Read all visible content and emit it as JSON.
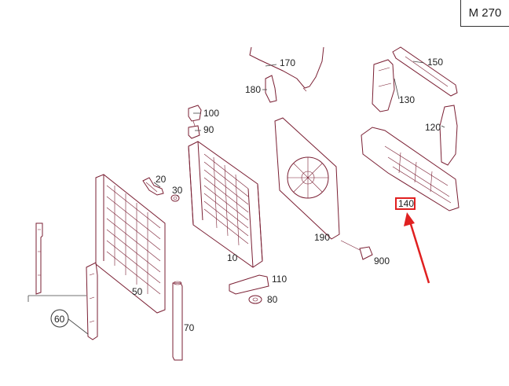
{
  "model_code": "M 270",
  "highlight_color": "#e02020",
  "part_color": "#7a1f33",
  "parts": {
    "p10": "10",
    "p20": "20",
    "p30": "30",
    "p50": "50",
    "p60": "60",
    "p70": "70",
    "p80": "80",
    "p90": "90",
    "p100": "100",
    "p110": "110",
    "p120": "120",
    "p130": "130",
    "p140": "140",
    "p150": "150",
    "p170": "170",
    "p180": "180",
    "p190": "190",
    "p900": "900"
  },
  "highlighted_part": "140"
}
